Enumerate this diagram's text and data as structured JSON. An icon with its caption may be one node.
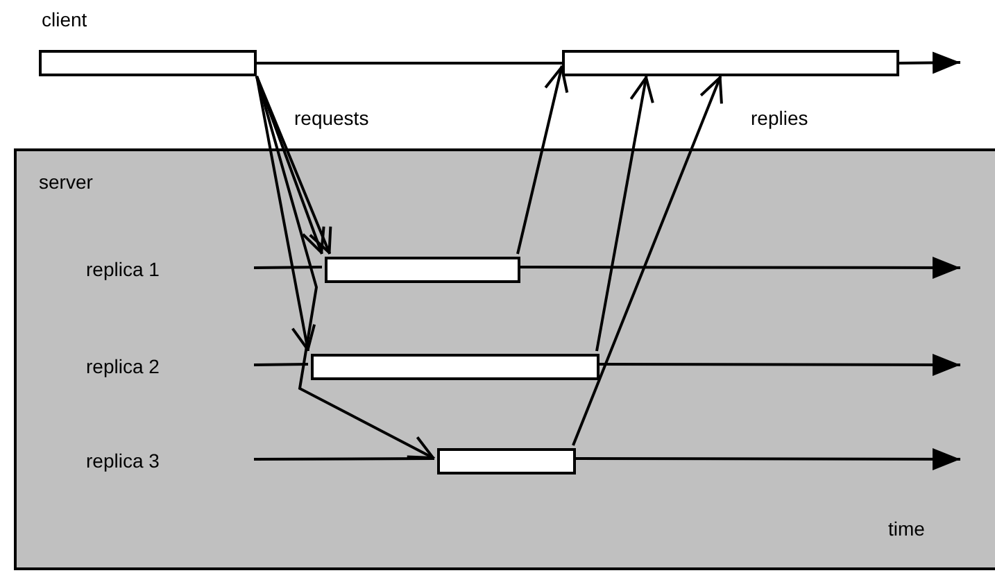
{
  "diagram": {
    "nodes": [
      {
        "text": [],
        "shape": "bar"
      },
      {
        "text": [],
        "shape": "bar"
      },
      {
        "text": [
          "server"
        ]
      },
      {
        "text": [],
        "shape": "bar",
        "in": 2
      },
      {
        "text": [],
        "shape": "bar",
        "in": 2
      },
      {
        "text": [],
        "shape": "bar",
        "in": 2
      }
    ],
    "edges": [
      {
        "from": 0,
        "to": 1,
        "arrow": "none"
      },
      {
        "from": 1,
        "to": null,
        "arrow": "to"
      },
      {
        "from": null,
        "to": 3,
        "arrow": "none"
      },
      {
        "from": 3,
        "to": null,
        "arrow": "to"
      },
      {
        "from": null,
        "to": 4,
        "arrow": "none"
      },
      {
        "from": 4,
        "to": null,
        "arrow": "to"
      },
      {
        "from": null,
        "to": 5,
        "arrow": "none"
      },
      {
        "from": 5,
        "to": null,
        "arrow": "to"
      },
      {
        "from": 0,
        "to": 3,
        "arrow": "to"
      },
      {
        "from": 0,
        "to": 3,
        "arrow": "to"
      },
      {
        "from": 0,
        "to": 4,
        "arrow": "to"
      },
      {
        "from": 0,
        "to": 5,
        "arrow": "to"
      },
      {
        "from": 3,
        "to": 1,
        "arrow": "to"
      },
      {
        "from": 4,
        "to": 1,
        "arrow": "to"
      },
      {
        "from": 5,
        "to": 1,
        "arrow": "to"
      }
    ],
    "labels": [
      "client",
      "requests",
      "replies",
      "replica 1",
      "replica 2",
      "replica 3",
      "time"
    ]
  }
}
